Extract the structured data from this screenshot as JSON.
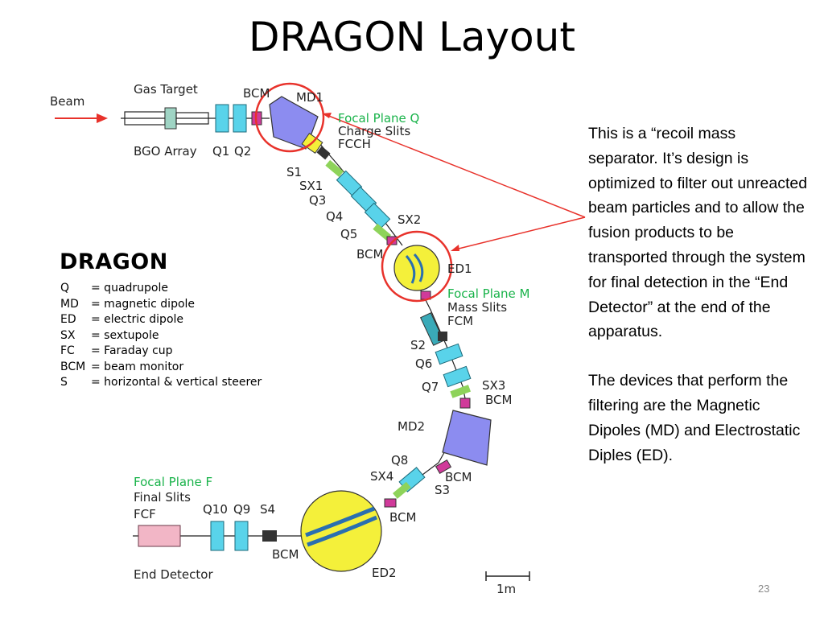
{
  "slide": {
    "title": "DRAGON Layout",
    "page_number": "23"
  },
  "diagram": {
    "labels": {
      "beam": "Beam",
      "gas_target": "Gas Target",
      "bgo_array": "BGO Array",
      "bcm": "BCM",
      "md1": "MD1",
      "q1": "Q1",
      "q2": "Q2",
      "focal_plane_q": "Focal Plane Q",
      "charge_slits": "Charge Slits",
      "fcch": "FCCH",
      "s1": "S1",
      "sx1": "SX1",
      "q3": "Q3",
      "q4": "Q4",
      "sx2": "SX2",
      "q5": "Q5",
      "bcm_ed1": "BCM",
      "ed1": "ED1",
      "focal_plane_m": "Focal Plane M",
      "mass_slits": "Mass Slits",
      "fcm": "FCM",
      "s2": "S2",
      "q6": "Q6",
      "q7": "Q7",
      "sx3": "SX3",
      "bcm_sx3": "BCM",
      "md2": "MD2",
      "q8": "Q8",
      "sx4": "SX4",
      "bcm_q8": "BCM",
      "s3": "S3",
      "bcm_ed2": "BCM",
      "focal_plane_f": "Focal Plane F",
      "final_slits": "Final  Slits",
      "fcf": "FCF",
      "q10": "Q10",
      "q9": "Q9",
      "s4": "S4",
      "bcm_s4": "BCM",
      "ed2": "ED2",
      "end_detector": "End Detector",
      "scale": "1m"
    },
    "colors": {
      "arrow": "#e8322b",
      "highlight_circle": "#e8322b",
      "quadrupole": "#59d3ea",
      "magnetic_dipole": "#8c8cf0",
      "electric_dipole": "#f4f03a",
      "sextupole": "#8ed35a",
      "bcm": "#d03a9a",
      "focal_plane_text": "#19b34a",
      "end_detector": "#f2b6c6"
    }
  },
  "legend": {
    "title": "DRAGON",
    "items": [
      {
        "abbr": "Q",
        "desc": "= quadrupole"
      },
      {
        "abbr": "MD",
        "desc": "= magnetic dipole"
      },
      {
        "abbr": "ED",
        "desc": "= electric dipole"
      },
      {
        "abbr": "SX",
        "desc": "= sextupole"
      },
      {
        "abbr": "FC",
        "desc": "= Faraday cup"
      },
      {
        "abbr": "BCM",
        "desc": "= beam monitor"
      },
      {
        "abbr": "S",
        "desc": "= horizontal & vertical  steerer"
      }
    ]
  },
  "description": {
    "p1": "This is a “recoil mass separator.  It’s design is optimized to filter out unreacted beam particles and to allow the fusion products to be transported through the system for final detection in the “End Detector” at the end of the apparatus.",
    "p2": "The devices that perform the filtering are the Magnetic Dipoles (MD) and Electrostatic Diples (ED)."
  }
}
